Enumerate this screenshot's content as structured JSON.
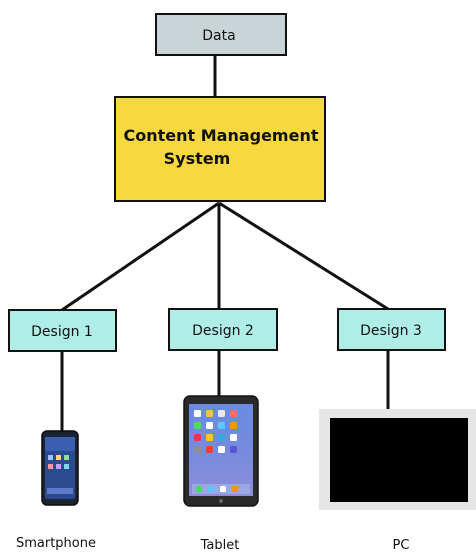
{
  "nodes": {
    "data": {
      "label": "Data"
    },
    "cms": {
      "label_line1": "Content Management",
      "label_line2": "System"
    },
    "design1": {
      "label": "Design 1"
    },
    "design2": {
      "label": "Design 2"
    },
    "design3": {
      "label": "Design 3"
    }
  },
  "devices": {
    "smartphone": {
      "label": "Smartphone"
    },
    "tablet": {
      "label": "Tablet"
    },
    "pc": {
      "label": "PC"
    }
  },
  "colors": {
    "data_box": "#c9d4d6",
    "cms_box": "#f7d93f",
    "design_box": "#aeeee6",
    "stroke": "#111111",
    "pc_frame": "#e6e6e6",
    "screen": "#000000"
  }
}
